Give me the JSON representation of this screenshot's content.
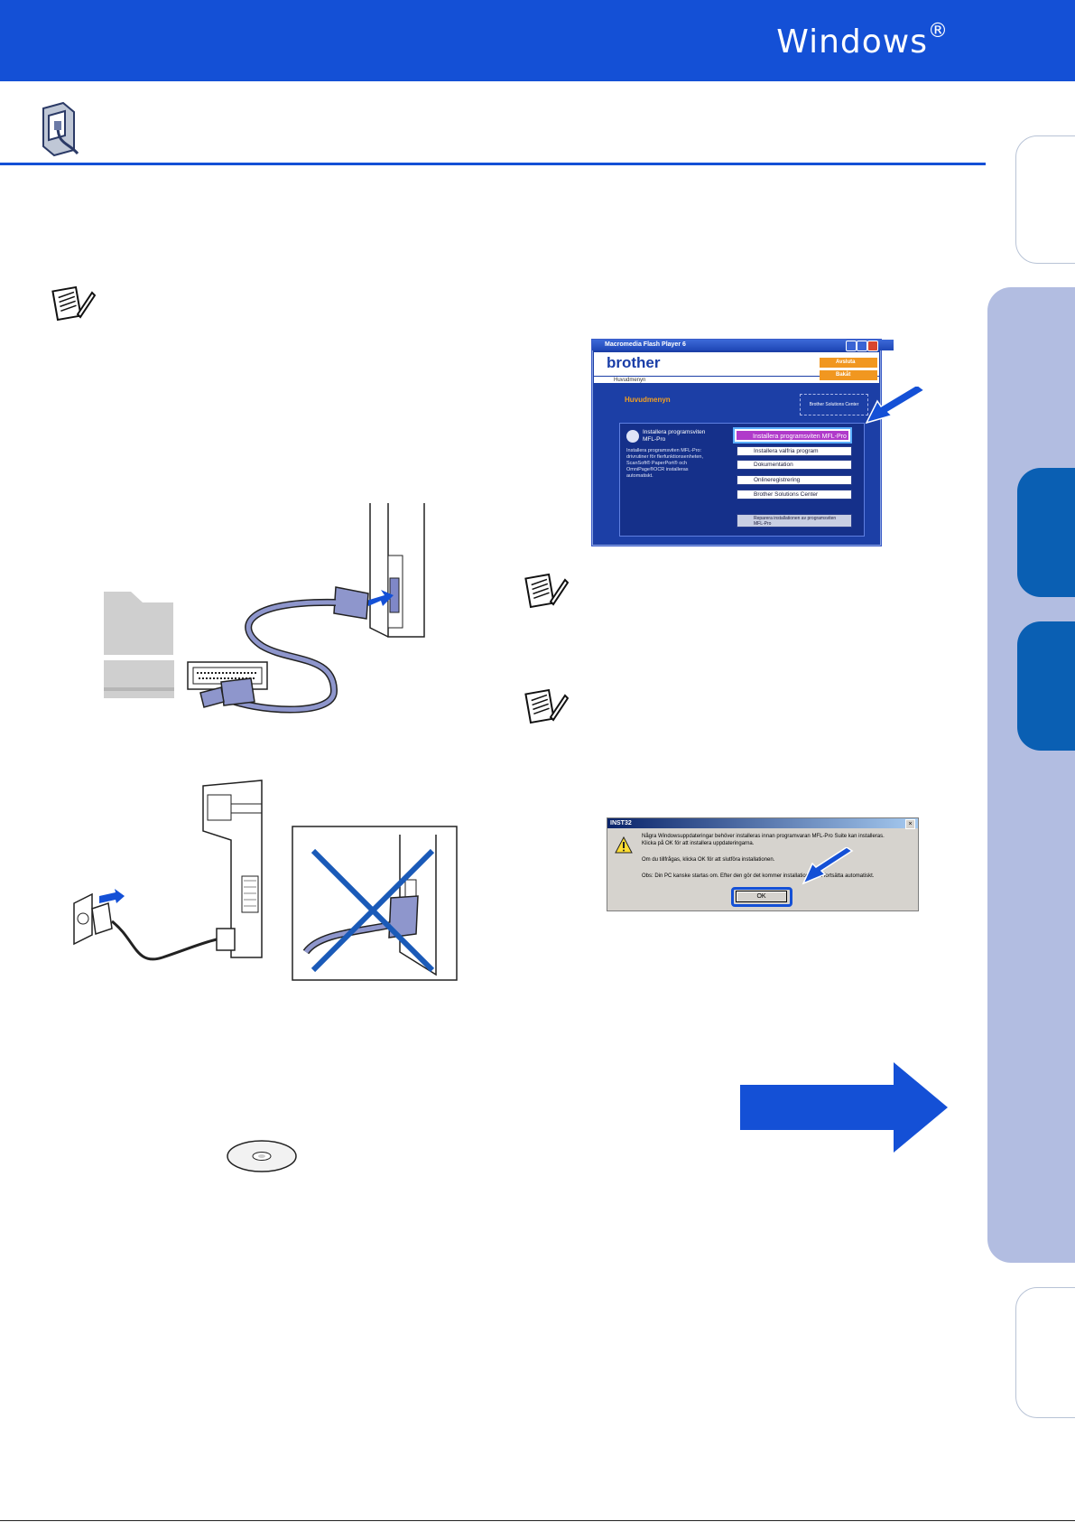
{
  "header": {
    "title": "Windows",
    "title_mark": "®"
  },
  "colors": {
    "brand_blue": "#1450d6",
    "tab_blue": "#0a5fb3",
    "side_panel": "#b2bde1",
    "arrow_blue": "#1450d6"
  },
  "flash_window": {
    "title": "Macromedia Flash Player 6",
    "logo": "brother",
    "breadcrumb": "Huvudmenyn",
    "section_heading": "Huvudmenyn",
    "top_buttons": [
      "Avsluta",
      "Bakåt"
    ],
    "solutions_badge": "Brother Solutions Center",
    "description": {
      "title_line1": "Installera programsviten",
      "title_line2": "MFL-Pro",
      "body_lines": [
        "Installera programsviten MFL-Pro:",
        "drivrutiner för flerfunktionsenheten,",
        "ScanSoft® PaperPort® och",
        "OmniPage®OCR installeras",
        "automatiskt."
      ]
    },
    "menu_items": [
      "Installera programsviten MFL-Pro",
      "Installera valfria program",
      "Dokumentation",
      "Onlineregistrering",
      "Brother Solutions Center"
    ],
    "repair_line1": "Reparera installationen av programsviten",
    "repair_line2": "MFL-Pro"
  },
  "inst_dialog": {
    "title": "INST32",
    "lines": [
      "Några Windowsuppdateringar behöver installeras innan programvaran MFL-Pro Suite kan installeras.",
      "Klicka på OK för att installera uppdateringarna.",
      "Om du tillfrågas, klicka OK för att slutföra installationen.",
      "Obs: Din PC kanske startas om. Efter den gör det kommer installationen att fortsätta automatiskt."
    ],
    "ok_label": "OK"
  }
}
